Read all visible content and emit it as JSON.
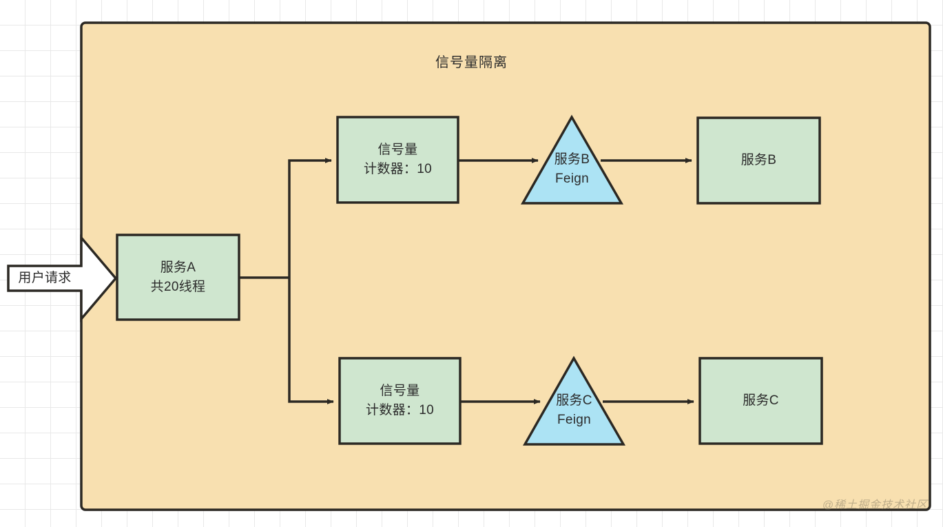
{
  "diagram": {
    "title": "信号量隔离",
    "watermark": "@稀土掘金技术社区",
    "colors": {
      "panel_fill": "#f8e0b0",
      "panel_stroke": "#2b2823",
      "box_fill": "#cfe6cf",
      "box_stroke": "#2b2823",
      "triangle_fill": "#ace3f4",
      "triangle_stroke": "#2b2823",
      "arrow_fill": "#ffffff",
      "line_stroke": "#2b2823",
      "grid_line": "#e8e8e8",
      "text": "#2b2b2b"
    },
    "entry_arrow": {
      "label": "用户请求"
    },
    "service_a": {
      "line1": "服务A",
      "line2": "共20线程"
    },
    "branches": [
      {
        "semaphore": {
          "line1": "信号量",
          "line2": "计数器：10"
        },
        "feign": {
          "line1": "服务B",
          "line2": "Feign"
        },
        "service": {
          "line1": "服务B"
        }
      },
      {
        "semaphore": {
          "line1": "信号量",
          "line2": "计数器：10"
        },
        "feign": {
          "line1": "服务C",
          "line2": "Feign"
        },
        "service": {
          "line1": "服务C"
        }
      }
    ]
  }
}
